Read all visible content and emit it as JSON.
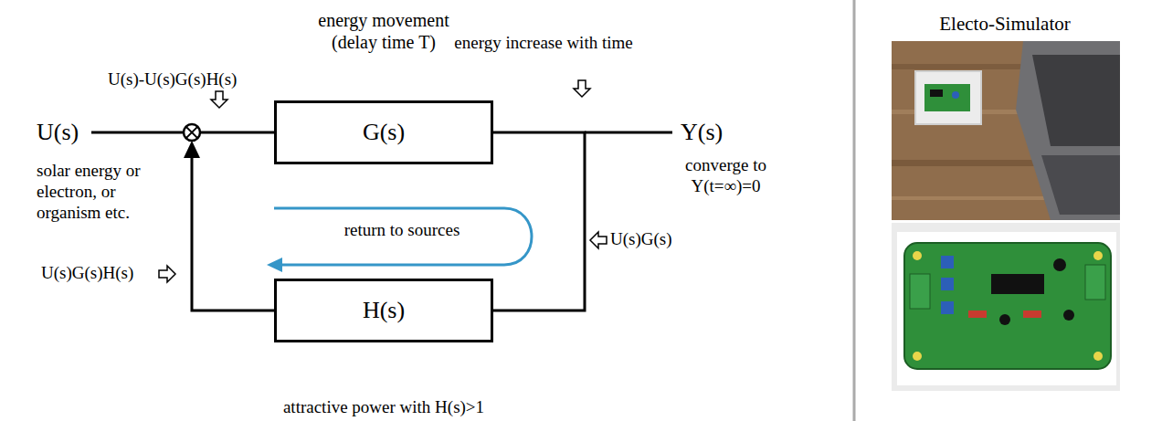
{
  "diagram": {
    "nodes": [
      {
        "text": [
          "G(s)"
        ]
      },
      {
        "text": [
          "H(s)"
        ]
      }
    ],
    "edges": [
      {
        "from": 0,
        "to": 1,
        "arrow": "none"
      },
      {
        "from": 1,
        "to": 0,
        "arrow": "to"
      }
    ],
    "labels": [
      "U(s)",
      "solar energy or electron, or organism etc.",
      "U(s)-U(s)G(s)H(s)",
      "energy movement (delay time T)",
      "energy increase with time",
      "Y(s)",
      "converge to Y(t=∞)=0",
      "return to sources",
      "U(s)G(s)",
      "U(s)G(s)H(s)",
      "attractive power with H(s)>1",
      "Electo-Simulator"
    ]
  }
}
